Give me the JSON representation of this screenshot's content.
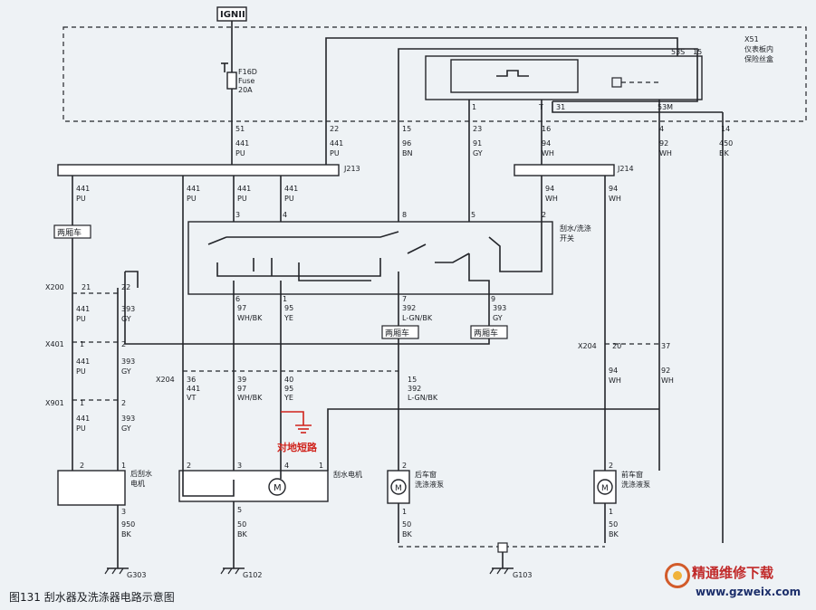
{
  "ign": "IGNII",
  "fuse": {
    "id": "F16D",
    "type": "Fuse",
    "rating": "20A"
  },
  "fuse_box": {
    "id": "X51",
    "line1": "仪表板内",
    "line2": "保险丝盒"
  },
  "relay_pins": {
    "p53s": "53S",
    "p15": "15",
    "p1": "1",
    "pT": "T",
    "p31": "31",
    "p53m": "53M"
  },
  "connectors": {
    "j213": "J213",
    "j214": "J214",
    "x200": "X200",
    "x401": "X401",
    "x901": "X901",
    "x204a": "X204",
    "x204b": "X204"
  },
  "grounds": {
    "g303": "G303",
    "g102": "G102",
    "g103": "G103"
  },
  "top_wires": [
    {
      "pin": "51",
      "circuit": "441",
      "color": "PU"
    },
    {
      "pin": "22",
      "circuit": "441",
      "color": "PU"
    },
    {
      "pin": "15",
      "circuit": "96",
      "color": "BN"
    },
    {
      "pin": "23",
      "circuit": "91",
      "color": "GY"
    },
    {
      "pin": "16",
      "circuit": "94",
      "color": "WH"
    },
    {
      "pin": "4",
      "circuit": "92",
      "color": "WH"
    },
    {
      "pin": "14",
      "circuit": "450",
      "color": "BK"
    }
  ],
  "j213_out": [
    {
      "circuit": "441",
      "color": "PU"
    },
    {
      "circuit": "441",
      "color": "PU"
    },
    {
      "circuit": "441",
      "color": "PU"
    },
    {
      "circuit": "441",
      "color": "PU"
    }
  ],
  "j214_out": [
    {
      "circuit": "94",
      "color": "WH"
    },
    {
      "circuit": "94",
      "color": "WH"
    }
  ],
  "switch": {
    "name1": "刮水/洗涤",
    "name2": "开关",
    "top_pins": [
      "3",
      "4",
      "8",
      "5",
      "2"
    ],
    "bottom_pins": [
      "6",
      "1",
      "7",
      "9"
    ]
  },
  "switch_bottom_wires": [
    {
      "circuit": "97",
      "color": "WH/BK"
    },
    {
      "circuit": "95",
      "color": "YE"
    },
    {
      "circuit": "392",
      "color": "L-GN/BK"
    },
    {
      "circuit": "393",
      "color": "GY"
    }
  ],
  "hatchback_tag": "两厢车",
  "left_chain": {
    "x200_pins": [
      "21",
      "22"
    ],
    "x401_pins": [
      "1",
      "2"
    ],
    "x901_pins": [
      "1",
      "2"
    ],
    "wires_a": [
      {
        "circuit": "441",
        "color": "PU"
      },
      {
        "circuit": "393",
        "color": "GY"
      }
    ],
    "wires_b": [
      {
        "circuit": "441",
        "color": "PU"
      },
      {
        "circuit": "393",
        "color": "GY"
      }
    ],
    "wires_c": [
      {
        "circuit": "441",
        "color": "PU"
      },
      {
        "circuit": "393",
        "color": "GY"
      }
    ]
  },
  "x204_row": [
    {
      "pin": "36",
      "circuit": "441",
      "color": "VT"
    },
    {
      "pin": "39",
      "circuit": "97",
      "color": "WH/BK"
    },
    {
      "pin": "40",
      "circuit": "95",
      "color": "YE"
    },
    {
      "pin": "15",
      "circuit": "392",
      "color": "L-GN/BK"
    },
    {
      "pin": "20",
      "circuit": "94",
      "color": "WH"
    },
    {
      "pin": "37",
      "circuit": "92",
      "color": "WH"
    }
  ],
  "fault_label": "对地短路",
  "rear_wiper_motor": {
    "name1": "后刮水",
    "name2": "电机",
    "pin_left": "2",
    "pin_right": "1",
    "pin_bottom": "3",
    "circuit": "950",
    "color": "BK"
  },
  "wiper_motor": {
    "name": "刮水电机",
    "pins": [
      "2",
      "3",
      "4",
      "1"
    ],
    "pin_bottom": "5",
    "circuit": "50",
    "color": "BK"
  },
  "rear_washer_pump": {
    "name1": "后车窗",
    "name2": "洗涤液泵",
    "pin_top": "2",
    "pin_bottom": "1",
    "circuit": "50",
    "color": "BK"
  },
  "front_washer_pump": {
    "name1": "前车窗",
    "name2": "洗涤液泵",
    "pin_top": "2",
    "pin_bottom": "1",
    "circuit": "50",
    "color": "BK"
  },
  "motor_symbol": "M",
  "caption": "图131   刮水器及洗涤器电路示意图",
  "watermark": {
    "title": "精通维修下载",
    "url": "www.gzweix.com"
  }
}
